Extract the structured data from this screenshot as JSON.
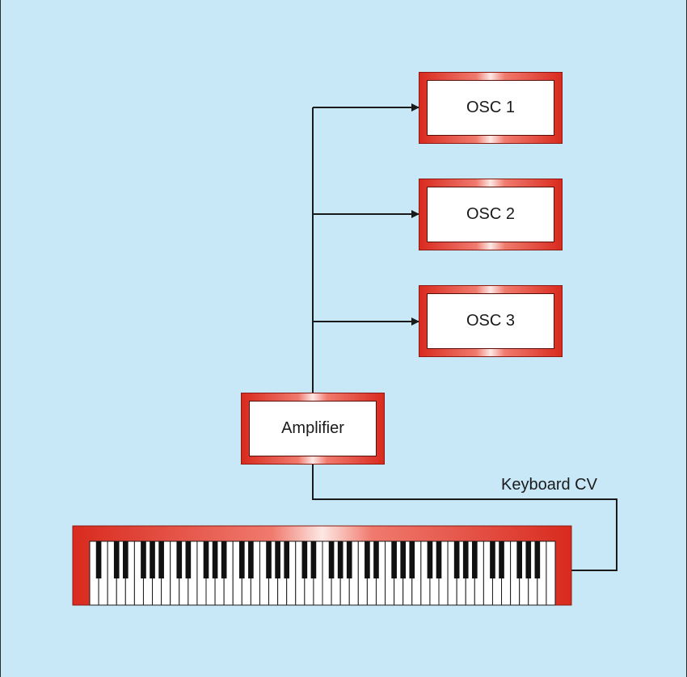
{
  "diagram": {
    "nodes": {
      "osc1": "OSC 1",
      "osc2": "OSC 2",
      "osc3": "OSC 3",
      "amplifier": "Amplifier"
    },
    "edges": [
      {
        "from": "amplifier",
        "to": "osc1"
      },
      {
        "from": "amplifier",
        "to": "osc2"
      },
      {
        "from": "amplifier",
        "to": "osc3"
      },
      {
        "from": "keyboard",
        "to": "amplifier",
        "label": "Keyboard CV"
      }
    ],
    "connection_label": "Keyboard CV"
  },
  "colors": {
    "background": "#c8e8f8",
    "box_frame": "#d92a1e",
    "line": "#1a1a1a"
  }
}
